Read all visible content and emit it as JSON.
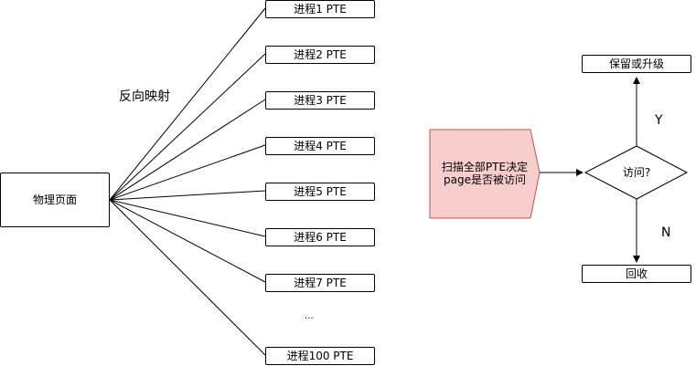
{
  "mapping": {
    "source_label": "物理页面",
    "edge_label": "反向映射",
    "targets": [
      "进程1 PTE",
      "进程2 PTE",
      "进程3 PTE",
      "进程4 PTE",
      "进程5 PTE",
      "进程6 PTE",
      "进程7 PTE",
      "进程100  PTE"
    ],
    "ellipsis": "..."
  },
  "flow": {
    "scan_label_line1": "扫描全部PTE决定",
    "scan_label_line2": "page是否被访问",
    "decision_label": "访问?",
    "yes_label": "Y",
    "no_label": "N",
    "yes_target": "保留或升级",
    "no_target": "回收"
  },
  "colors": {
    "scan_fill": "#f8cecc",
    "scan_stroke": "#b85450",
    "line": "#000000"
  }
}
